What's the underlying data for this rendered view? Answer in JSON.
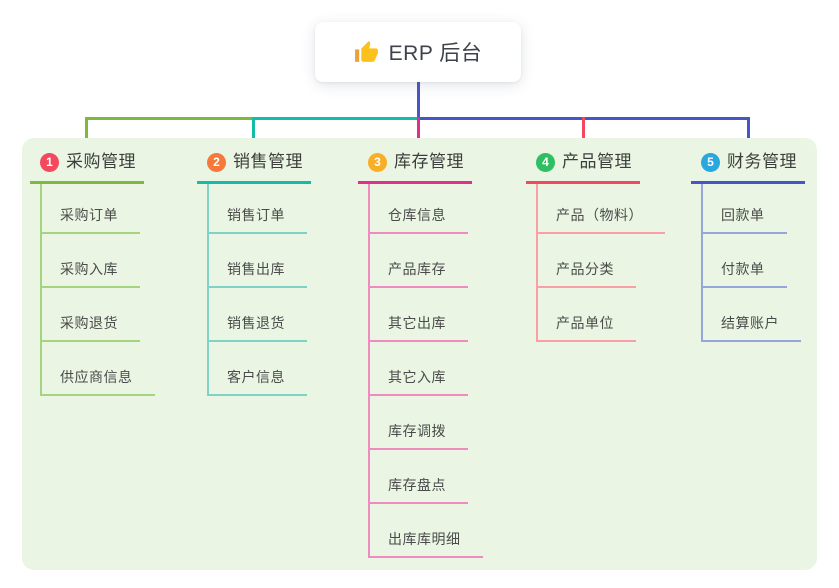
{
  "root": {
    "title": "ERP 后台",
    "icon": "thumbs-up-icon"
  },
  "canvas": {
    "panel_color": "#EAF6E3",
    "page_color": "#ffffff"
  },
  "connector": {
    "trunk_color": "#4656C4",
    "segments": [
      "#7CB93E",
      "#14BCA8",
      "#4656C4"
    ],
    "drops": [
      "#7CB93E",
      "#14BCA8",
      "#E02F8D",
      "#F4485E",
      "#4656C4"
    ]
  },
  "branches": [
    {
      "index": "1",
      "title": "采购管理",
      "badge_color": "#F4485E",
      "line_color": "#7CB93E",
      "child_line_color": "#A6D380",
      "children": [
        "采购订单",
        "采购入库",
        "采购退货",
        "供应商信息"
      ]
    },
    {
      "index": "2",
      "title": "销售管理",
      "badge_color": "#F5793B",
      "line_color": "#14BCA8",
      "child_line_color": "#7ED3C6",
      "children": [
        "销售订单",
        "销售出库",
        "销售退货",
        "客户信息"
      ]
    },
    {
      "index": "3",
      "title": "库存管理",
      "badge_color": "#F9AE27",
      "line_color": "#E02F8D",
      "child_line_color": "#F08BC2",
      "children": [
        "仓库信息",
        "产品库存",
        "其它出库",
        "其它入库",
        "库存调拨",
        "库存盘点",
        "出库库明细"
      ]
    },
    {
      "index": "4",
      "title": "产品管理",
      "badge_color": "#2FBE62",
      "line_color": "#F4485E",
      "child_line_color": "#F8A0A6",
      "children": [
        "产品（物料）",
        "产品分类",
        "产品单位"
      ]
    },
    {
      "index": "5",
      "title": "财务管理",
      "badge_color": "#29A7DE",
      "line_color": "#4656C4",
      "child_line_color": "#96A5DC",
      "children": [
        "回款单",
        "付款单",
        "结算账户"
      ]
    }
  ]
}
